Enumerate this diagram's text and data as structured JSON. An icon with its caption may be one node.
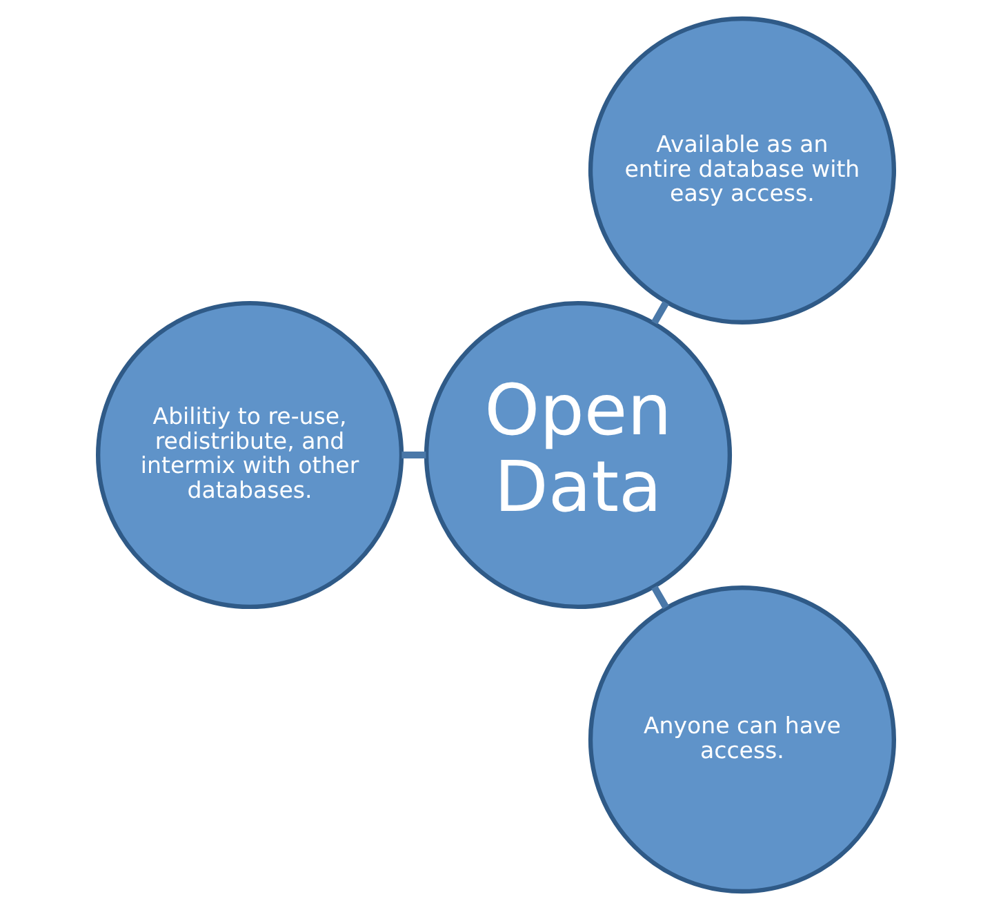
{
  "diagram": {
    "nodes": [
      {
        "text": [
          "Open Data"
        ]
      },
      {
        "text": [
          "Available as an entire database with easy access."
        ]
      },
      {
        "text": [
          "Abilitiy to re-use, redistribute, and intermix with other databases."
        ]
      },
      {
        "text": [
          "Anyone can have access."
        ]
      }
    ],
    "edges": [
      {
        "from": 0,
        "to": 1,
        "arrow": "none"
      },
      {
        "from": 0,
        "to": 2,
        "arrow": "none"
      },
      {
        "from": 0,
        "to": 3,
        "arrow": "none"
      }
    ]
  }
}
